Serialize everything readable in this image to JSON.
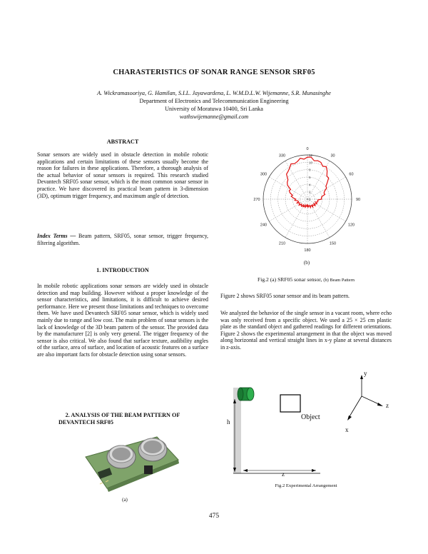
{
  "paper": {
    "title": "CHARASTERISTICS OF SONAR RANGE SENSOR SRF05",
    "authors": "A. Wickramasooriya, G. Hamilan,  S.I.L. Jayawardena, L. W.M.D.L.W. Wijemanne, S.R. Munasinghe",
    "department": "Department of Electronics and Telecommunication Engineering",
    "university": "University of Moratuwa 10400, Sri Lanka",
    "email": "wathswijemanne@gmail.com"
  },
  "abstract": {
    "heading": "ABSTRACT",
    "text": "Sonar sensors are widely used in obstacle detection in mobile robotic applications and certain limitations of these sensors usually become the reason for failures in these applications. Therefore, a thorough analysis of the actual behavior of sonar sensors is required. This research studied Devantech SRF05 sonar sensor, which is the most common sonar sensor in practice. We have discovered its practical beam pattern in 3-dimension (3D), optimum trigger frequency, and maximum angle of detection.",
    "index_label": "Index Terms —",
    "index_text": " Beam pattern, SRF05, sonar sensor, trigger frequency, filtering algorithm."
  },
  "intro": {
    "heading": "1.     INTRODUCTION",
    "text": "In mobile robotic applications sonar sensors are widely used in obstacle detection and map building. However without a proper knowledge of the sensor characteristics, and limitations, it is difficult to achieve desired performance. Here we present those limitations and techniques to overcome them. We have used Devantech SRF05 sonar sensor, which is widely used mainly due to range and low cost. The main problem of sonar sensors is the lack of knowledge of the 3D beam pattern of the sensor. The provided data by the manufacturer [2] is only very general. The trigger frequency of the sensor is also critical. We also found that surface texture, audibility angles of the surface, area of surface, and location of acoustic features on a surface are also important facts for obstacle detection using sonar sensors."
  },
  "section2": {
    "heading_line1": "2.    ANALYSIS OF THE BEAM PATTERN OF",
    "heading_line2": "DEVANTECH SRF05"
  },
  "figure_sensor_label": "(a)",
  "polar": {
    "angle_labels": [
      "0",
      "30",
      "60",
      "90",
      "120",
      "150",
      "180",
      "210",
      "240",
      "270",
      "300",
      "330"
    ],
    "radial_labels": [
      "0",
      "2",
      "4",
      "6",
      "8",
      "10",
      "12"
    ],
    "sublabel": "(b)"
  },
  "right": {
    "fig2_caption_main": "Fig.2 (a) SRF05 sonar sensor, ",
    "fig2_caption_small": "(b) Beam Pattern",
    "para1": "Figure 2 shows SRF05 sonar sensor and its beam pattern.",
    "para2": "We analyzed the behavior of the single sensor in a vacant room, where echo was only received from a specific object. We used a 25 × 25 cm plastic plate as the standard object and gathered readings for different orientations. Figure 2 shows the experimental arrangement in that the object was moved along horizontal and vertical straight lines in x-y plane at several distances in z-axis."
  },
  "arrangement": {
    "label_h": "h",
    "label_z": "z",
    "object_label": "Object",
    "axis_y": "y",
    "axis_z": "z",
    "axis_x": "x",
    "caption": "Fig.2 Experimental Arrangement"
  },
  "page_number": "475"
}
